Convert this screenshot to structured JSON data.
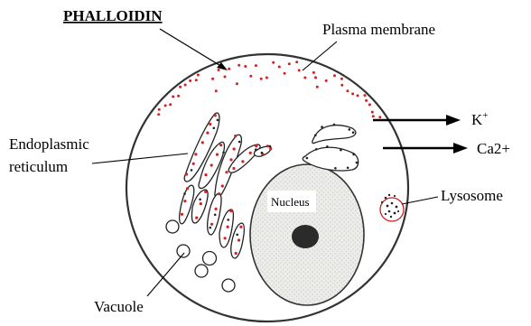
{
  "title": "PHALLOIDIN",
  "labels": {
    "plasma_membrane": "Plasma membrane",
    "er_line1": "Endoplasmic",
    "er_line2": "reticulum",
    "vacuole": "Vacuole",
    "nucleus": "Nucleus",
    "lysosome": "Lysosome",
    "potassium": "K",
    "potassium_charge": "+",
    "calcium": "Ca2+"
  },
  "colors": {
    "outline": "#333333",
    "stipple": "#d8d8d2",
    "phalloidin_dot": "#d42020",
    "nucleolus": "#2b2b2b"
  }
}
